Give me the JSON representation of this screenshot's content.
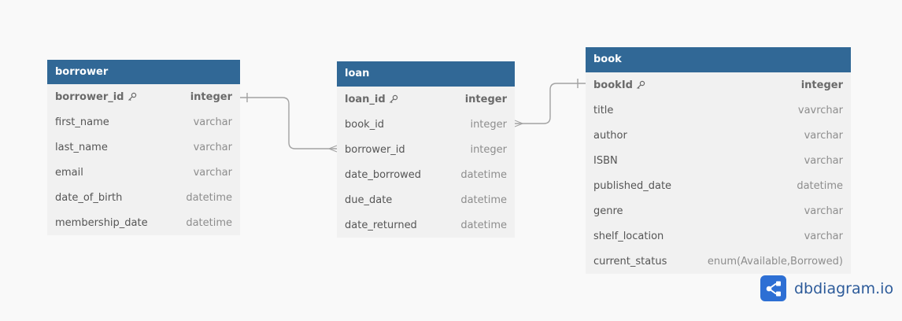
{
  "tables": {
    "borrower": {
      "name": "borrower",
      "columns": [
        {
          "name": "borrower_id",
          "type": "integer",
          "pk": true
        },
        {
          "name": "first_name",
          "type": "varchar"
        },
        {
          "name": "last_name",
          "type": "varchar"
        },
        {
          "name": "email",
          "type": "varchar"
        },
        {
          "name": "date_of_birth",
          "type": "datetime"
        },
        {
          "name": "membership_date",
          "type": "datetime"
        }
      ]
    },
    "loan": {
      "name": "loan",
      "columns": [
        {
          "name": "loan_id",
          "type": "integer",
          "pk": true
        },
        {
          "name": "book_id",
          "type": "integer"
        },
        {
          "name": "borrower_id",
          "type": "integer"
        },
        {
          "name": "date_borrowed",
          "type": "datetime"
        },
        {
          "name": "due_date",
          "type": "datetime"
        },
        {
          "name": "date_returned",
          "type": "datetime"
        }
      ]
    },
    "book": {
      "name": "book",
      "columns": [
        {
          "name": "bookId",
          "type": "integer",
          "pk": true
        },
        {
          "name": "title",
          "type": "vavrchar"
        },
        {
          "name": "author",
          "type": "varchar"
        },
        {
          "name": "ISBN",
          "type": "varchar"
        },
        {
          "name": "published_date",
          "type": "datetime"
        },
        {
          "name": "genre",
          "type": "varchar"
        },
        {
          "name": "shelf_location",
          "type": "varchar"
        },
        {
          "name": "current_status",
          "type": "enum(Available,Borrowed)"
        }
      ]
    }
  },
  "relationships": [
    {
      "from": "borrower.borrower_id",
      "to": "loan.borrower_id",
      "from_card": "one",
      "to_card": "many"
    },
    {
      "from": "loan.book_id",
      "to": "book.bookId",
      "from_card": "many",
      "to_card": "one"
    }
  ],
  "branding": {
    "logo_text": "dbdiagram.io",
    "logo_icon": "share-nodes-icon"
  },
  "colors": {
    "header_bg": "#316896",
    "header_text": "#ffffff",
    "table_bg": "#f1f1f1",
    "canvas_bg": "#f9f9f9",
    "connector": "#a3a3a3",
    "logo_blue": "#2d6fd4"
  }
}
